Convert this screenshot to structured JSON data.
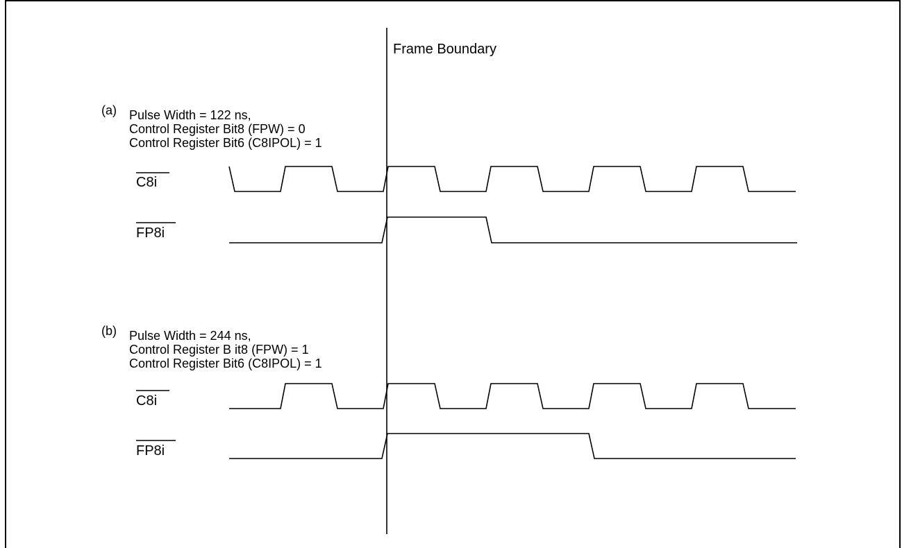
{
  "frame_boundary_label": "Frame Boundary",
  "sections": [
    {
      "tag": "(a)",
      "lines": [
        "Pulse Width = 122  ns,",
        "Control Register Bit8 (FPW) = 0",
        "Control Register Bit6 (C8IPOL) = 1"
      ],
      "signals": [
        {
          "name": "C8i",
          "overbar": true
        },
        {
          "name": "FP8i",
          "overbar": true
        }
      ]
    },
    {
      "tag": "(b)",
      "lines": [
        "Pulse Width = 244 ns,",
        "Control Register B it8 (FPW) = 1",
        "Control Register Bit6 (C8IPOL) = 1"
      ],
      "signals": [
        {
          "name": "C8i",
          "overbar": true
        },
        {
          "name": "FP8i",
          "overbar": true
        }
      ]
    }
  ]
}
